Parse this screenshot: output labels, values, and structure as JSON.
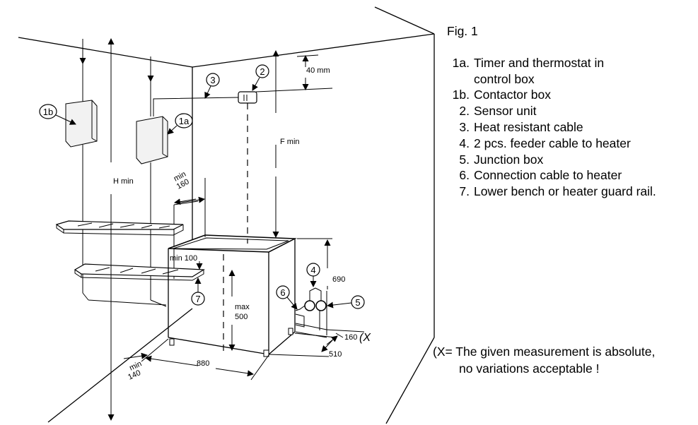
{
  "figure": {
    "title": "Fig. 1",
    "legend": [
      {
        "code": "1a.",
        "lines": [
          "Timer and thermostat in",
          "control box"
        ]
      },
      {
        "code": "1b.",
        "lines": [
          "Contactor box"
        ]
      },
      {
        "code": "2.",
        "lines": [
          "Sensor unit"
        ]
      },
      {
        "code": "3.",
        "lines": [
          "Heat resistant cable"
        ]
      },
      {
        "code": "4.",
        "lines": [
          "2 pcs. feeder cable to heater"
        ]
      },
      {
        "code": "5.",
        "lines": [
          "Junction box"
        ]
      },
      {
        "code": "6.",
        "lines": [
          "Connection cable to heater"
        ]
      },
      {
        "code": "7.",
        "lines": [
          "Lower bench or heater guard rail."
        ]
      }
    ],
    "note_line1": "(X= The given measurement is absolute,",
    "note_line2": "no variations acceptable !"
  },
  "dimensions": {
    "top_gap": "40 mm",
    "f_min": "F min",
    "h_min": "H min",
    "side_min": "min",
    "side_val": "160",
    "bench_gap": "min 100",
    "heater_height": "690",
    "rail_max": "max",
    "rail_val": "500",
    "floor_gap": "160",
    "absolute_mark": "(X",
    "depth": "510",
    "width": "880",
    "front_min": "min",
    "front_val": "140"
  },
  "callouts": {
    "c1b": "1b",
    "c1a": "1a",
    "c2": "2",
    "c3": "3",
    "c4": "4",
    "c5": "5",
    "c6": "6",
    "c7": "7"
  }
}
